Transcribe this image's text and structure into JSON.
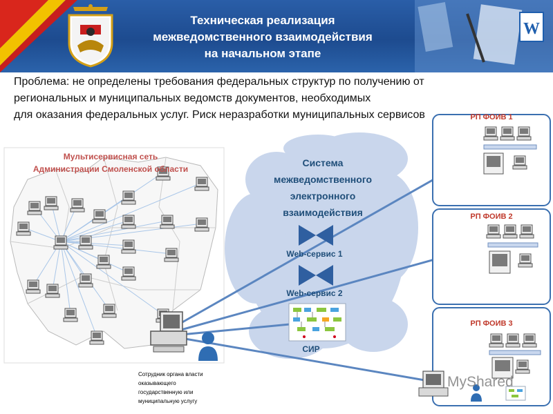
{
  "header": {
    "title_lines": [
      "Техническая реализация",
      "межведомственного взаимодействия",
      "на начальном этапе"
    ]
  },
  "problem": {
    "lines": [
      "Проблема: не определены требования федеральных структур по получению от",
      "региональных и муниципальных ведомств документов, необходимых",
      "для оказания федеральных услуг. Риск неразработки муниципальных сервисов"
    ]
  },
  "network": {
    "title_lines": [
      "Мультисервисная сеть",
      "Администрации Смоленской области"
    ]
  },
  "smev": {
    "title_lines": [
      "Система",
      "межведомственного",
      "электронного",
      "взаимодействия"
    ],
    "services": [
      {
        "label": "Web-сервис 1"
      },
      {
        "label": "Web-сервис 2"
      }
    ],
    "sir_label": "СИР"
  },
  "rp": {
    "panels": [
      {
        "label": "РП ФОИВ 1"
      },
      {
        "label": "РП ФОИВ 2"
      },
      {
        "label": "РП ФОИВ 3"
      }
    ]
  },
  "employee": {
    "caption_lines": [
      "Сотрудник органа власти",
      "оказывающего",
      "государственную или",
      "муниципальную  услугу"
    ]
  },
  "watermark": "MyShared",
  "colors": {
    "header_bg": "#1d4b8f",
    "cloud": "#c9d6ec",
    "line": "#5b86c0",
    "accent_red": "#c0392b",
    "title_blue": "#1f4e79"
  }
}
